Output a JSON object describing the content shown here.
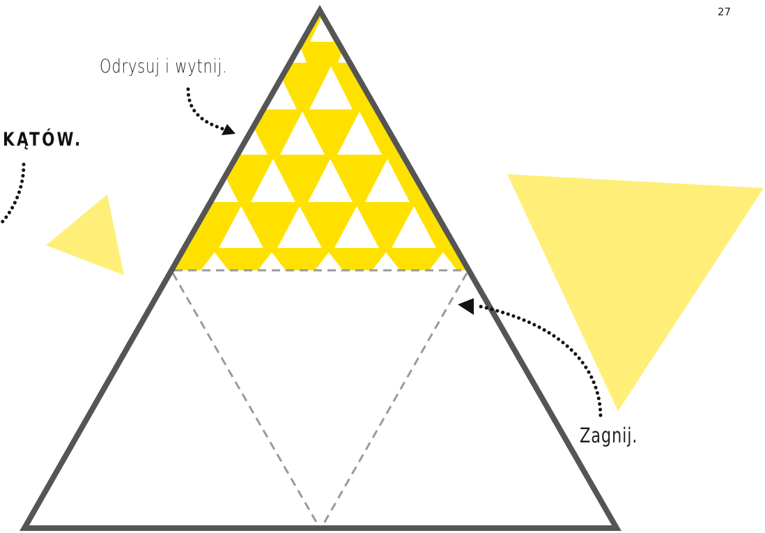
{
  "page": {
    "page_number": "27"
  },
  "labels": {
    "trace_and_cut": "Odrysuj i wytnij.",
    "fold": "Zagnij.",
    "heading_fragment": "KĄTÓW."
  },
  "colors": {
    "outline": "#555555",
    "fold_line": "#9a9a9a",
    "pattern_yellow": "#FFE100",
    "pale_yellow": "#FFEE6E",
    "arrow": "#111111"
  },
  "icons": {
    "arrow_to_triangle": "dotted-curved-arrow-icon",
    "arrow_to_fold": "dotted-curved-arrow-icon",
    "arrow_from_heading": "dotted-curved-line-icon"
  }
}
